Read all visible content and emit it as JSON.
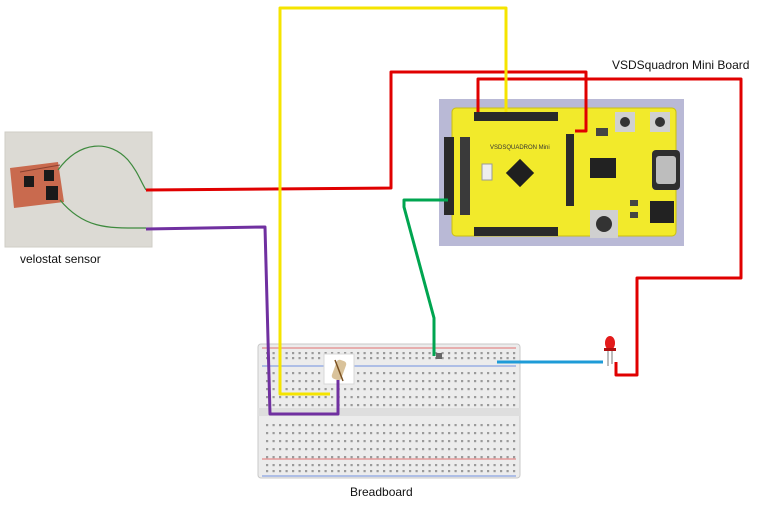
{
  "labels": {
    "board": "VSDSquadron Mini Board",
    "sensor": "velostat sensor",
    "breadboard": "Breadboard",
    "board_silkscreen": "VSDSQUADRON Mini"
  },
  "wires": [
    {
      "name": "red-wire",
      "color": "#e00000"
    },
    {
      "name": "yellow-wire",
      "color": "#f5e400"
    },
    {
      "name": "purple-wire",
      "color": "#7030a0"
    },
    {
      "name": "green-wire",
      "color": "#00a550"
    },
    {
      "name": "blue-wire",
      "color": "#1e9bd7"
    },
    {
      "name": "led-red-wire",
      "color": "#c00000"
    }
  ],
  "colors": {
    "board": "#f2ea2b",
    "board_bg": "#b9b9d6",
    "breadboard": "#ececec"
  }
}
